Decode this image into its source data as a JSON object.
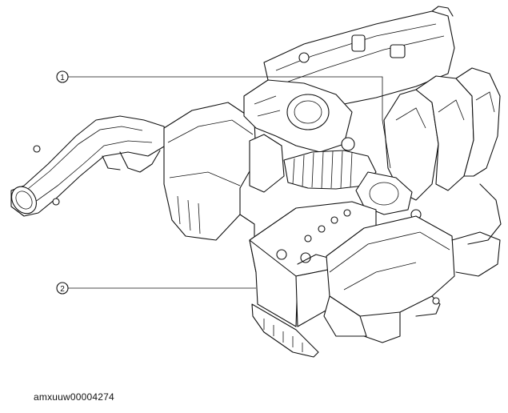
{
  "callouts": [
    {
      "number": "1"
    },
    {
      "number": "2"
    }
  ],
  "figure_id": "amxuuw00004274"
}
